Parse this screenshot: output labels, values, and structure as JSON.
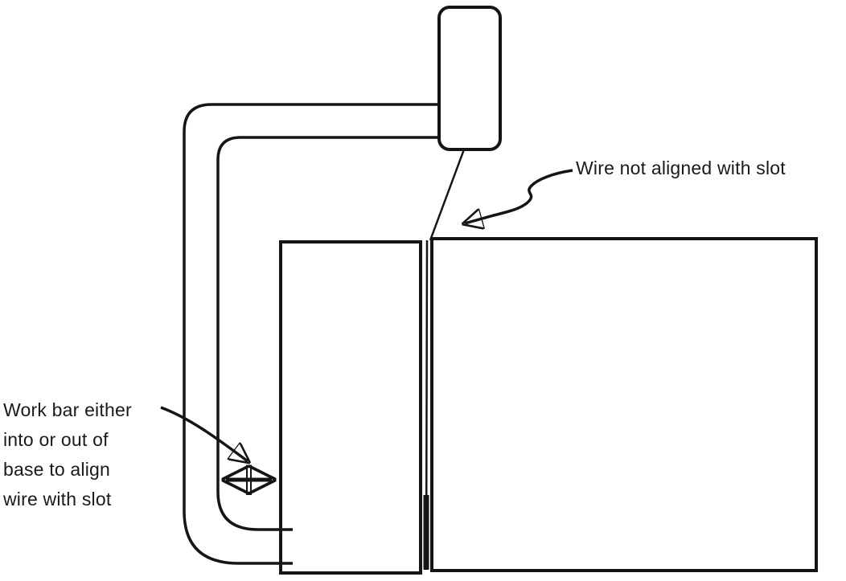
{
  "diagram": {
    "type": "technical-line-drawing",
    "subject": "Aligning wire with slot using work bar",
    "colors": {
      "line": "#151515",
      "background": "#ffffff"
    },
    "annotations": {
      "wire_label": "Wire not aligned with slot",
      "work_bar_label": {
        "line1": "Work bar either",
        "line2": "into or out of",
        "line3": "base to align",
        "line4": "wire with slot"
      }
    }
  }
}
